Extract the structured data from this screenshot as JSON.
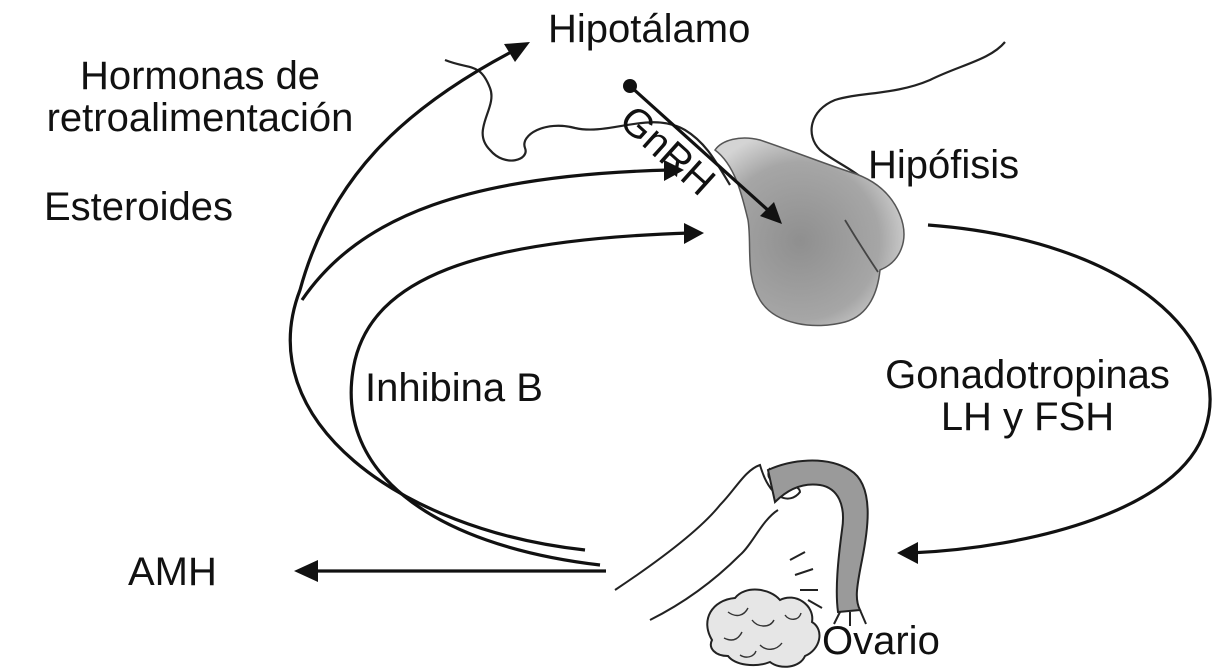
{
  "labels": {
    "hypothalamus": "Hipotálamo",
    "feedback_line1": "Hormonas de",
    "feedback_line2": "retroalimentación",
    "steroids": "Esteroides",
    "gnrh": "GnRH",
    "pituitary": "Hipófisis",
    "inhibin": "Inhibina B",
    "gonadotropins_line1": "Gonadotropinas",
    "gonadotropins_line2": "LH y FSH",
    "amh": "AMH",
    "ovary": "Ovario"
  },
  "colors": {
    "ink": "#111111",
    "pituitary_shade": "#8c8c8c",
    "ovary_tube_shade": "#9a9a9a"
  }
}
